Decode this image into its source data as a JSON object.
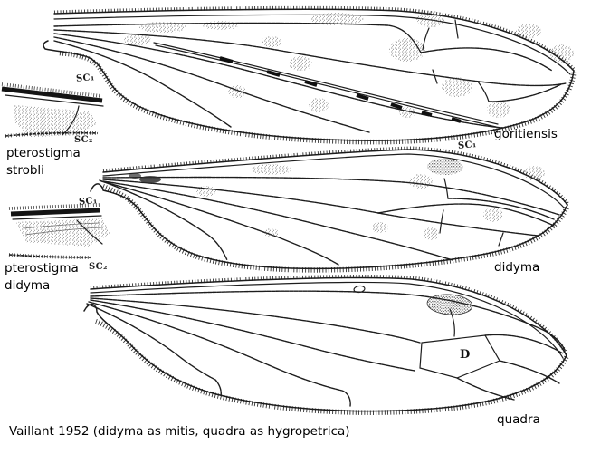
{
  "figure": {
    "caption": "Vaillant 1952 (didyma as mitis, quadra as hygropetrica)",
    "wings": {
      "goritiensis": {
        "label": "goritiensis"
      },
      "didyma": {
        "label": "didyma",
        "sc1": "SC₁"
      },
      "quadra": {
        "label": "quadra",
        "discal_cell": "D"
      }
    },
    "details": {
      "strobli": {
        "title_line1": "pterostigma",
        "title_line2": "strobli",
        "sc1": "SC₁",
        "sc2": "SC₂"
      },
      "didyma": {
        "title_line1": "pterostigma",
        "title_line2": "didyma",
        "sc1": "SC₁",
        "sc2": "SC₂"
      }
    },
    "colors": {
      "ink": "#1c1c1c",
      "paper": "#ffffff",
      "stipple": "#555555"
    }
  }
}
